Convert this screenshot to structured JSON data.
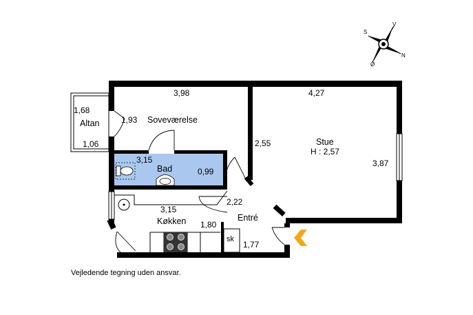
{
  "compass": {
    "s": "S",
    "v": "V",
    "n": "N",
    "o": "Ø"
  },
  "rooms": {
    "altan": {
      "name": "Altan",
      "dim_top": "1,68",
      "dim_bottom": "1,06"
    },
    "sovevaerelse": {
      "name": "Soveværelse",
      "dim_top": "3,98",
      "dim_left": "1,93"
    },
    "stue": {
      "name": "Stue",
      "height": "H : 2,57",
      "dim_top": "4,27",
      "dim_left": "2,55",
      "dim_right": "3,87"
    },
    "bad": {
      "name": "Bad",
      "dim_top": "3,15",
      "dim_right": "0,99"
    },
    "koekken": {
      "name": "Køkken",
      "dim_top": "3,15",
      "dim_right": "1,80"
    },
    "entre": {
      "name": "Entré",
      "dim_top": "2,22",
      "dim_bottom": "1,77"
    },
    "skab": {
      "name": "sk"
    }
  },
  "colors": {
    "wall": "#000000",
    "bathroom": "#aac8ef",
    "entrance_arrow": "#f2a81d"
  },
  "disclaimer": "Vejledende tegning uden ansvar."
}
